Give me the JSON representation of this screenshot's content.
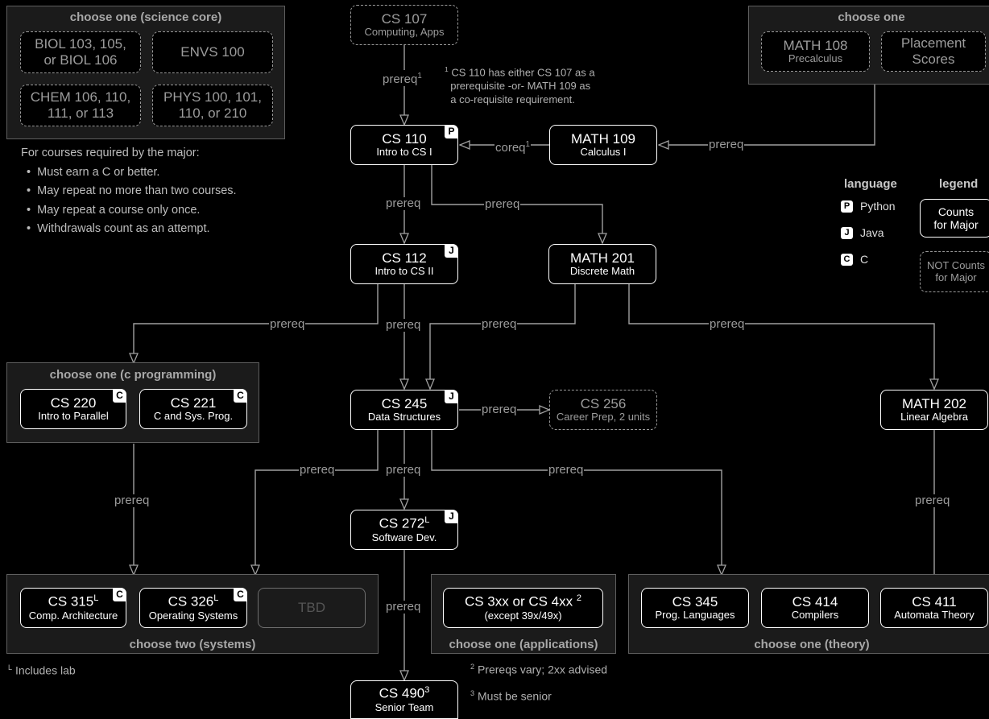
{
  "groups": {
    "science": "choose one (science core)",
    "math_choice": "choose one",
    "c_programming": "choose one (c programming)",
    "systems": "choose two (systems)",
    "applications": "choose one (applications)",
    "theory": "choose one (theory)"
  },
  "courses": {
    "biol": {
      "code": "BIOL 103, 105,",
      "code2": "or BIOL 106"
    },
    "envs": {
      "code": "ENVS 100"
    },
    "chem": {
      "code": "CHEM 106, 110,",
      "code2": "111, or 113"
    },
    "phys": {
      "code": "PHYS 100, 101,",
      "code2": "110, or 210"
    },
    "cs107": {
      "code": "CS 107",
      "name": "Computing, Apps"
    },
    "math108": {
      "code": "MATH 108",
      "name": "Precalculus"
    },
    "placement": {
      "code": "Placement",
      "code2": "Scores"
    },
    "cs110": {
      "code": "CS 110",
      "name": "Intro to CS I",
      "lang": "P"
    },
    "math109": {
      "code": "MATH 109",
      "name": "Calculus I"
    },
    "cs112": {
      "code": "CS 112",
      "name": "Intro to CS II",
      "lang": "J"
    },
    "math201": {
      "code": "MATH 201",
      "name": "Discrete Math"
    },
    "cs220": {
      "code": "CS 220",
      "name": "Intro to Parallel",
      "lang": "C"
    },
    "cs221": {
      "code": "CS 221",
      "name": "C and Sys. Prog.",
      "lang": "C"
    },
    "cs245": {
      "code": "CS 245",
      "name": "Data Structures",
      "lang": "J"
    },
    "cs256": {
      "code": "CS 256",
      "name": "Career Prep, 2 units"
    },
    "math202": {
      "code": "MATH 202",
      "name": "Linear Algebra"
    },
    "cs272": {
      "code": "CS 272",
      "sup": "L",
      "name": "Software Dev.",
      "lang": "J"
    },
    "cs315": {
      "code": "CS 315",
      "sup": "L",
      "name": "Comp. Architecture",
      "lang": "C"
    },
    "cs326": {
      "code": "CS 326",
      "sup": "L",
      "name": "Operating Systems",
      "lang": "C"
    },
    "tbd": {
      "code": "TBD"
    },
    "cs3xx": {
      "code": "CS 3xx or CS 4xx",
      "sup": "2",
      "name": "(except 39x/49x)"
    },
    "cs345": {
      "code": "CS 345",
      "name": "Prog. Languages"
    },
    "cs414": {
      "code": "CS 414",
      "name": "Compilers"
    },
    "cs411": {
      "code": "CS 411",
      "name": "Automata Theory"
    },
    "cs490": {
      "code": "CS 490",
      "sup": "3",
      "name": "Senior Team"
    }
  },
  "edge_labels": {
    "prereq": "prereq",
    "coreq": "coreq",
    "sup1": "1"
  },
  "notes": {
    "n1_mark": "1",
    "n1_line1": "CS 110 has either CS 107 as a",
    "n1_line2": "prerequisite -or- MATH 109 as",
    "n1_line3": "a co-requisite requirement.",
    "n2_mark": "2",
    "n2_text": "Prereqs vary; 2xx advised",
    "n3_mark": "3",
    "n3_text": "Must be senior",
    "lab_mark": "L",
    "lab_text": "Includes lab"
  },
  "rules": {
    "heading": "For courses required by the major:",
    "items": [
      "Must earn a C or better.",
      "May repeat no more than two courses.",
      "May repeat a course only once.",
      "Withdrawals count as an attempt."
    ]
  },
  "legend": {
    "language_title": "language",
    "legend_title": "legend",
    "python": {
      "badge": "P",
      "label": "Python"
    },
    "java": {
      "badge": "J",
      "label": "Java"
    },
    "c": {
      "badge": "C",
      "label": "C"
    },
    "counts_line1": "Counts",
    "counts_line2": "for Major",
    "not_line1": "NOT Counts",
    "not_line2": "for Major"
  },
  "colors": {
    "background": "#000000",
    "group_fill": "#1b1b1b",
    "counts_border": "#ffffff",
    "not_counts_border": "#9a9a9a",
    "edge": "#a0a0a0"
  }
}
